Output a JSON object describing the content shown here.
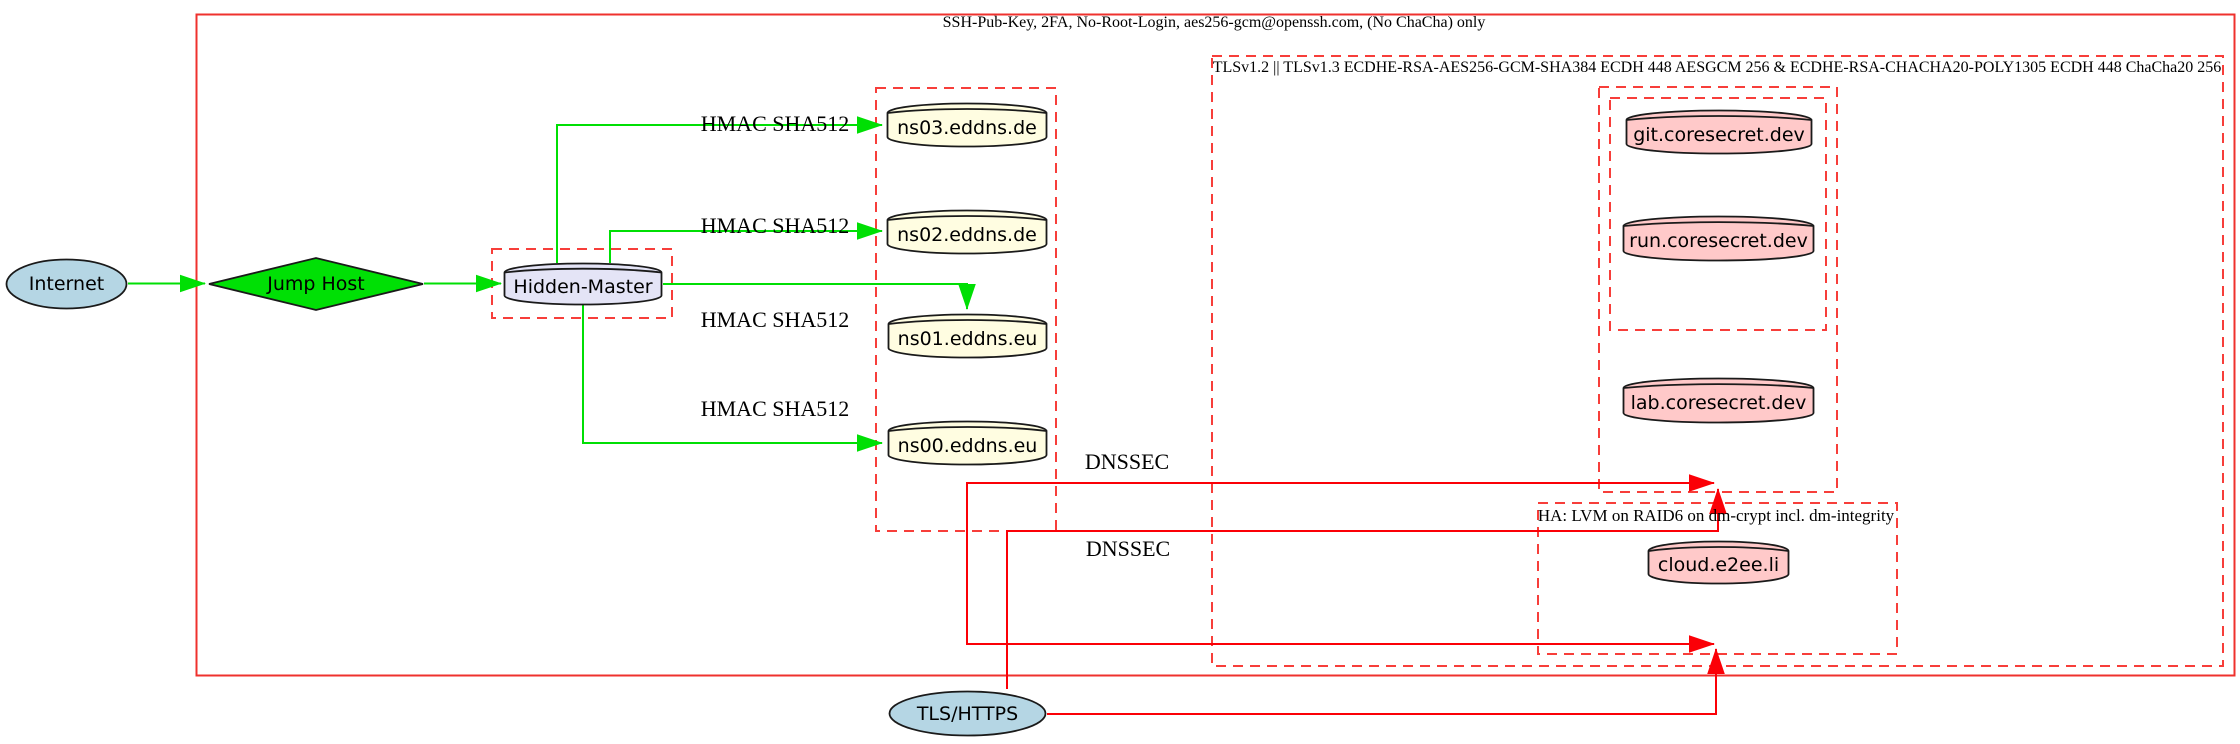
{
  "diagram": {
    "type": "network-security-topology",
    "clusters": {
      "ssh": {
        "label": "SSH-Pub-Key, 2FA, No-Root-Login, aes256-gcm@openssh.com, (No ChaCha) only",
        "border": "solid-red"
      },
      "tls": {
        "label": "TLSv1.2 || TLSv1.3 ECDHE-RSA-AES256-GCM-SHA384 ECDH 448 AESGCM 256 & ECDHE-RSA-CHACHA20-POLY1305 ECDH 448 ChaCha20 256",
        "border": "dashed-red"
      },
      "ha": {
        "label": "HA: LVM on RAID6 on dm-crypt incl. dm-integrity",
        "border": "dashed-red"
      },
      "ns_group": {
        "label": "",
        "border": "dashed-red"
      },
      "hidden_master_group": {
        "label": "",
        "border": "dashed-red"
      },
      "coresecret_outer": {
        "label": "",
        "border": "dashed-red"
      },
      "coresecret_inner": {
        "label": "",
        "border": "dashed-red"
      }
    },
    "nodes": {
      "internet": {
        "label": "Internet",
        "shape": "ellipse",
        "fill": "#b5d6e4"
      },
      "jump_host": {
        "label": "Jump Host",
        "shape": "diamond",
        "fill": "#00e005"
      },
      "hidden_master": {
        "label": "Hidden-Master",
        "shape": "cylinder",
        "fill": "#e4e4f6"
      },
      "ns03": {
        "label": "ns03.eddns.de",
        "shape": "cylinder",
        "fill": "#fffde1"
      },
      "ns02": {
        "label": "ns02.eddns.de",
        "shape": "cylinder",
        "fill": "#fffde1"
      },
      "ns01": {
        "label": "ns01.eddns.eu",
        "shape": "cylinder",
        "fill": "#fffde1"
      },
      "ns00": {
        "label": "ns00.eddns.eu",
        "shape": "cylinder",
        "fill": "#fffde1"
      },
      "git": {
        "label": "git.coresecret.dev",
        "shape": "cylinder",
        "fill": "#ffc9c9"
      },
      "run": {
        "label": "run.coresecret.dev",
        "shape": "cylinder",
        "fill": "#ffc9c9"
      },
      "lab": {
        "label": "lab.coresecret.dev",
        "shape": "cylinder",
        "fill": "#ffc9c9"
      },
      "cloud": {
        "label": "cloud.e2ee.li",
        "shape": "cylinder",
        "fill": "#ffc9c9"
      },
      "tls_https": {
        "label": "TLS/HTTPS",
        "shape": "ellipse",
        "fill": "#b5d6e4"
      }
    },
    "edges": [
      {
        "from": "internet",
        "to": "jump_host",
        "label": "",
        "color": "green"
      },
      {
        "from": "jump_host",
        "to": "hidden_master",
        "label": "",
        "color": "green"
      },
      {
        "from": "hidden_master",
        "to": "ns03",
        "label": "HMAC SHA512",
        "color": "green"
      },
      {
        "from": "hidden_master",
        "to": "ns02",
        "label": "HMAC SHA512",
        "color": "green"
      },
      {
        "from": "hidden_master",
        "to": "ns01",
        "label": "HMAC SHA512",
        "color": "green"
      },
      {
        "from": "hidden_master",
        "to": "ns00",
        "label": "HMAC SHA512",
        "color": "green"
      },
      {
        "from": "ns_group",
        "to": "coresecret_outer",
        "label": "DNSSEC",
        "color": "red"
      },
      {
        "from": "ns_group",
        "to": "ha",
        "label": "DNSSEC",
        "color": "red"
      },
      {
        "from": "tls_https",
        "to": "coresecret_outer",
        "label": "",
        "color": "red"
      },
      {
        "from": "tls_https",
        "to": "ha",
        "label": "",
        "color": "red"
      }
    ],
    "colors": {
      "edge_green": "#00df04",
      "edge_red": "#fb0007",
      "cluster_red": "#f73e3a",
      "node_blue": "#b5d6e4",
      "node_green": "#00e005",
      "node_lavender": "#e4e4f6",
      "node_yellow": "#fffde1",
      "node_pink": "#ffc9c9"
    }
  }
}
